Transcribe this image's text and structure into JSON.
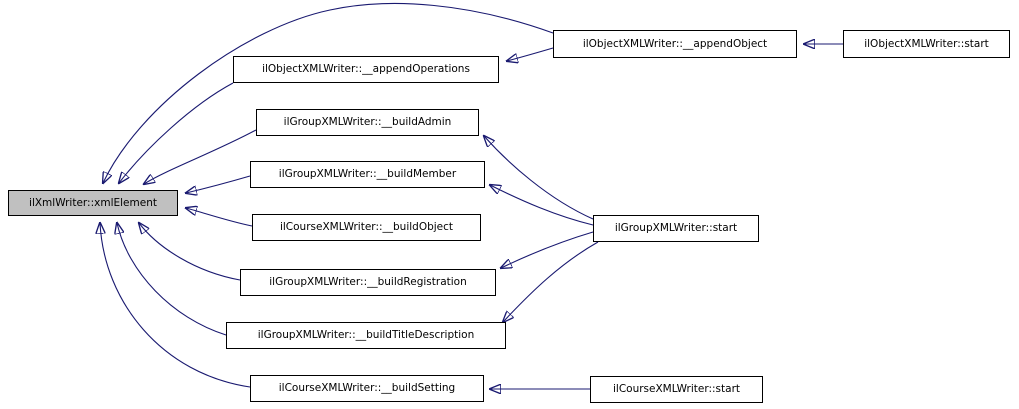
{
  "diagram": {
    "kind": "doxygen-caller-graph",
    "edge_color": "#191970",
    "node_fill": "#ffffff",
    "main_node_fill": "#c0c0c0",
    "border_color": "#000000"
  },
  "nodes": {
    "xml_element": {
      "label": "ilXmlWriter::xmlElement"
    },
    "append_operations": {
      "label": "ilObjectXMLWriter::__appendOperations"
    },
    "append_object": {
      "label": "ilObjectXMLWriter::__appendObject"
    },
    "object_start": {
      "label": "ilObjectXMLWriter::start"
    },
    "build_admin": {
      "label": "ilGroupXMLWriter::__buildAdmin"
    },
    "build_member": {
      "label": "ilGroupXMLWriter::__buildMember"
    },
    "build_object": {
      "label": "ilCourseXMLWriter::__buildObject"
    },
    "build_registration": {
      "label": "ilGroupXMLWriter::__buildRegistration"
    },
    "build_title_description": {
      "label": "ilGroupXMLWriter::__buildTitleDescription"
    },
    "build_setting": {
      "label": "ilCourseXMLWriter::__buildSetting"
    },
    "group_start": {
      "label": "ilGroupXMLWriter::start"
    },
    "course_start": {
      "label": "ilCourseXMLWriter::start"
    }
  },
  "edges": [
    {
      "from": "ilObjectXMLWriter::__appendObject",
      "to": "ilXmlWriter::xmlElement"
    },
    {
      "from": "ilObjectXMLWriter::__appendOperations",
      "to": "ilXmlWriter::xmlElement"
    },
    {
      "from": "ilGroupXMLWriter::__buildAdmin",
      "to": "ilXmlWriter::xmlElement"
    },
    {
      "from": "ilGroupXMLWriter::__buildMember",
      "to": "ilXmlWriter::xmlElement"
    },
    {
      "from": "ilCourseXMLWriter::__buildObject",
      "to": "ilXmlWriter::xmlElement"
    },
    {
      "from": "ilGroupXMLWriter::__buildRegistration",
      "to": "ilXmlWriter::xmlElement"
    },
    {
      "from": "ilGroupXMLWriter::__buildTitleDescription",
      "to": "ilXmlWriter::xmlElement"
    },
    {
      "from": "ilCourseXMLWriter::__buildSetting",
      "to": "ilXmlWriter::xmlElement"
    },
    {
      "from": "ilObjectXMLWriter::start",
      "to": "ilObjectXMLWriter::__appendObject"
    },
    {
      "from": "ilObjectXMLWriter::__appendObject",
      "to": "ilObjectXMLWriter::__appendOperations"
    },
    {
      "from": "ilGroupXMLWriter::start",
      "to": "ilGroupXMLWriter::__buildAdmin"
    },
    {
      "from": "ilGroupXMLWriter::start",
      "to": "ilGroupXMLWriter::__buildMember"
    },
    {
      "from": "ilGroupXMLWriter::start",
      "to": "ilGroupXMLWriter::__buildRegistration"
    },
    {
      "from": "ilGroupXMLWriter::start",
      "to": "ilGroupXMLWriter::__buildTitleDescription"
    },
    {
      "from": "ilCourseXMLWriter::start",
      "to": "ilCourseXMLWriter::__buildSetting"
    }
  ]
}
